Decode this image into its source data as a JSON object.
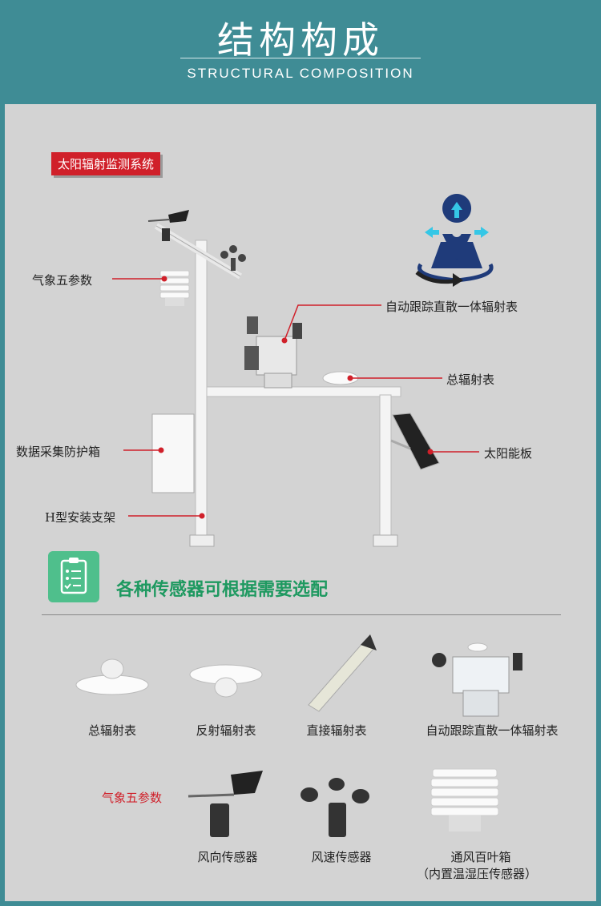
{
  "header": {
    "title_cn": "结构构成",
    "title_en": "STRUCTURAL COMPOSITION"
  },
  "system_tag": "太阳辐射监测系统",
  "diagram_labels": {
    "weather5": "气象五参数",
    "tracker": "自动跟踪直散一体辐射表",
    "total_radiation": "总辐射表",
    "data_box": "数据采集防护箱",
    "solar_panel": "太阳能板",
    "h_bracket": "H型安装支架"
  },
  "optional_text": "各种传感器可根据需要选配",
  "sensors_row1": [
    {
      "label": "总辐射表"
    },
    {
      "label": "反射辐射表"
    },
    {
      "label": "直接辐射表"
    },
    {
      "label": "自动跟踪直散一体辐射表"
    }
  ],
  "weather_tag": "气象五参数",
  "sensors_row2": [
    {
      "label": "风向传感器"
    },
    {
      "label": "风速传感器"
    },
    {
      "label": "通风百叶箱",
      "sublabel": "（内置温湿压传感器）"
    }
  ],
  "colors": {
    "header_bg": "#3f8c95",
    "panel_bg": "#d3d3d3",
    "accent_red": "#d0202a",
    "accent_green": "#1e9960",
    "icon_navy": "#1f3b7a",
    "icon_cyan": "#35c7e6"
  },
  "icons": [
    "location-pin-icon",
    "rotation-arrow-icon",
    "clipboard-checklist-icon"
  ]
}
